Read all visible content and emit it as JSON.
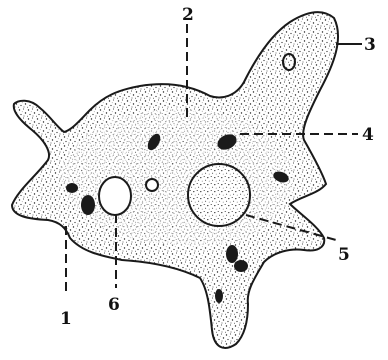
{
  "diagram": {
    "labels": [
      {
        "id": "1",
        "text": "1"
      },
      {
        "id": "2",
        "text": "2"
      },
      {
        "id": "3",
        "text": "3"
      },
      {
        "id": "4",
        "text": "4"
      },
      {
        "id": "5",
        "text": "5"
      },
      {
        "id": "6",
        "text": "6"
      }
    ],
    "colors": {
      "ink": "#1a1a1a",
      "background": "#ffffff",
      "cytoplasm_fill": "#ffffff"
    }
  }
}
